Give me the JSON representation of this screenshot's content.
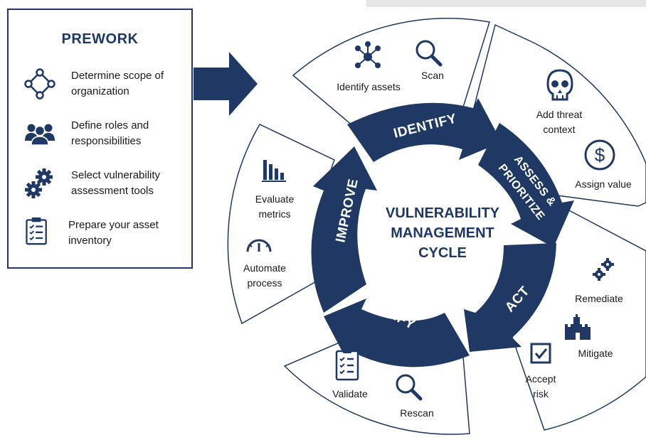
{
  "prework": {
    "title": "PREWORK",
    "items": [
      {
        "icon": "process-cycle-icon",
        "text": "Determine scope of organization"
      },
      {
        "icon": "people-group-icon",
        "text": "Define roles and responsibilities"
      },
      {
        "icon": "gears-icon",
        "text": "Select vulnerability assessment tools"
      },
      {
        "icon": "clipboard-checklist-icon",
        "text": "Prepare your asset inventory"
      }
    ]
  },
  "center": {
    "line1": "VULNERABILITY",
    "line2": "MANAGEMENT",
    "line3": "CYCLE"
  },
  "stages": {
    "identify": {
      "label": "IDENTIFY",
      "items": [
        "Identify assets",
        "Scan"
      ]
    },
    "assess": {
      "label_line1": "ASSESS &",
      "label_line2": "PRIORITIZE",
      "items": [
        "Add threat",
        "context",
        "Assign value"
      ]
    },
    "act": {
      "label": "ACT",
      "items": [
        "Remediate",
        "Mitigate",
        "Accept",
        "risk"
      ]
    },
    "verify": {
      "label": "VERIFY",
      "items": [
        "Validate",
        "Rescan"
      ]
    },
    "improve": {
      "label": "IMPROVE",
      "items": [
        "Evaluate",
        "metrics",
        "Automate",
        "process"
      ]
    }
  },
  "colors": {
    "navy": "#1f3864",
    "panel_border": "#1f3864",
    "background": "#ffffff"
  }
}
